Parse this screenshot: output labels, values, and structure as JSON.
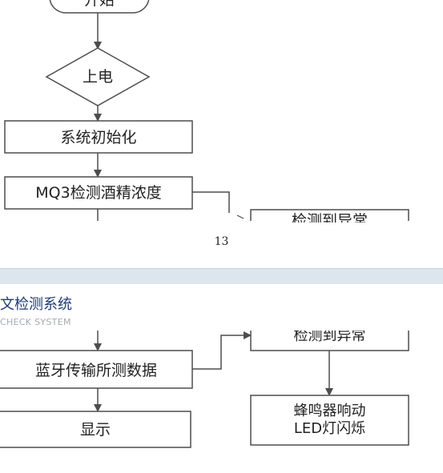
{
  "flowchart": {
    "start_label": "开始",
    "power_label": "上电",
    "init_label": "系统初始化",
    "detect_label": "MQ3检测酒精浓度",
    "anomaly_label": "检测到异常",
    "bluetooth_label": "蓝牙传输所测数据",
    "alarm_line1": "蜂鸣器响动",
    "alarm_line2": "LED灯闪烁",
    "display_label": "显示"
  },
  "page": {
    "page_number": "13"
  },
  "header": {
    "title": "文检测系统",
    "subtitle": "CHECK SYSTEM"
  },
  "colors": {
    "stroke": "#4d4d4d",
    "header_text": "#1f3b73",
    "separator": "#dde6ef"
  }
}
